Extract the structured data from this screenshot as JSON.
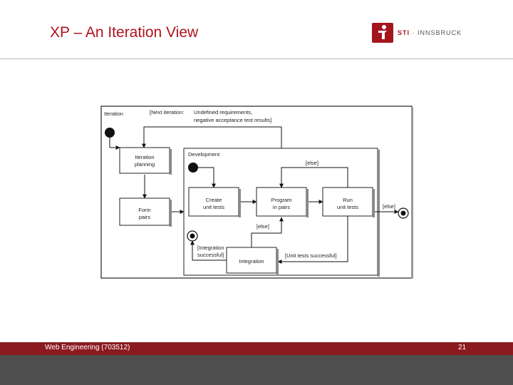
{
  "slide": {
    "title": "XP – An Iteration View",
    "logo": {
      "brand": "STI",
      "separator": " · ",
      "city": "INNSBRUCK"
    },
    "footer": {
      "course": "Web Engineering (703512)",
      "page": "21"
    }
  },
  "diagram": {
    "frame_label": "Iteration",
    "loop_guard": [
      "[Next iteration:",
      "Undefined requirements,",
      "negative acceptance test results]"
    ],
    "activities": {
      "iteration_planning": [
        "Iteration",
        "planning"
      ],
      "form_pairs": [
        "Form",
        "pairs"
      ],
      "create_unit_tests": [
        "Create",
        "unit tests"
      ],
      "program_in_pairs": [
        "Program",
        "in pairs"
      ],
      "run_unit_tests": [
        "Run",
        "unit tests"
      ],
      "integration": "Integration"
    },
    "development_label": "Development",
    "guards": {
      "else_top": "[else]",
      "else_right": "[else]",
      "else_mid": "[else]",
      "unit_tests_successful": "[Unit tests successful]",
      "integration_successful": [
        "[Integration",
        "successful]"
      ]
    }
  }
}
